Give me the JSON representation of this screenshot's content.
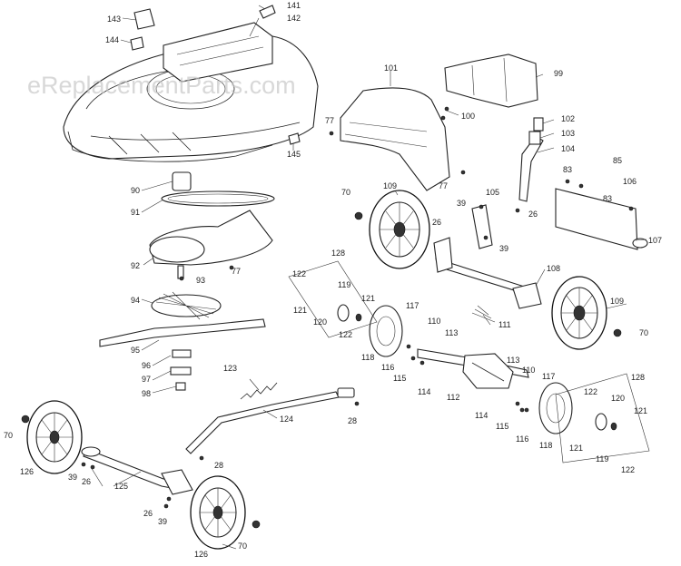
{
  "watermark": "eReplacementParts.com",
  "callouts": {
    "c143": "143",
    "c141": "141",
    "c142": "142",
    "c144": "144",
    "c101": "101",
    "c99": "99",
    "c77a": "77",
    "c100": "100",
    "c145": "145",
    "c102": "102",
    "c103": "103",
    "c104": "104",
    "c83a": "83",
    "c85": "85",
    "c106": "106",
    "c83b": "83",
    "c90": "90",
    "c70a": "70",
    "c109a": "109",
    "c77b": "77",
    "c105": "105",
    "c39a": "39",
    "c26a": "26",
    "c107": "107",
    "c91": "91",
    "c26b": "26",
    "c39b": "39",
    "c128a": "128",
    "c92": "92",
    "c77c": "77",
    "c93": "93",
    "c122a": "122",
    "c119a": "119",
    "c108": "108",
    "c94": "94",
    "c121a": "121",
    "c121b": "121",
    "c117a": "117",
    "c109b": "109",
    "c120a": "120",
    "c110a": "110",
    "c111": "111",
    "c122b": "122",
    "c95": "95",
    "c118a": "118",
    "c113a": "113",
    "c70b": "70",
    "c96": "96",
    "c116a": "116",
    "c97": "97",
    "c115a": "115",
    "c113b": "113",
    "c123": "123",
    "c114a": "114",
    "c110b": "110",
    "c128b": "128",
    "c98": "98",
    "c117b": "117",
    "c122c": "122",
    "c112": "112",
    "c120b": "120",
    "c124": "124",
    "c28a": "28",
    "c114b": "114",
    "c70c": "70",
    "c115b": "115",
    "c121c": "121",
    "c116b": "116",
    "c118b": "118",
    "c121d": "121",
    "c119b": "119",
    "c28b": "28",
    "c126a": "126",
    "c39c": "39",
    "c26c": "26",
    "c122d": "122",
    "c125": "125",
    "c26d": "26",
    "c39d": "39",
    "c70d": "70",
    "c126b": "126"
  }
}
